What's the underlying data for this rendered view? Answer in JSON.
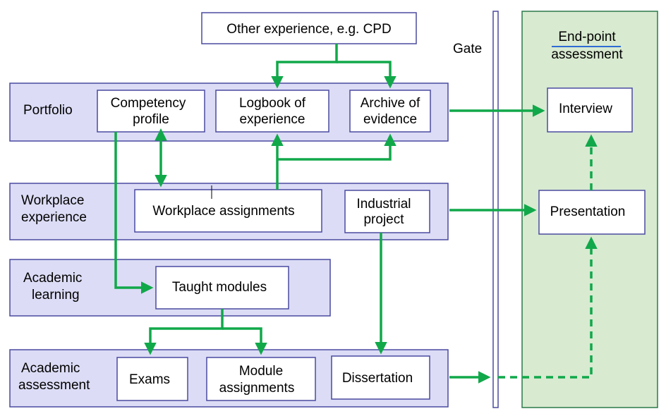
{
  "colors": {
    "lane_fill": "#dcdcf6",
    "lane_border": "#4a4aa0",
    "epa_fill": "#d8ead0",
    "epa_border": "#2a7a4a",
    "arrow": "#11a84a",
    "box_fill": "#ffffff",
    "underline": "#2e6bd6"
  },
  "lanes": {
    "portfolio": "Portfolio",
    "workplace": [
      "Workplace",
      "experience"
    ],
    "academic_learning": [
      "Academic",
      "learning"
    ],
    "academic_assessment": [
      "Academic",
      "assessment"
    ]
  },
  "boxes": {
    "other_experience": "Other experience, e.g. CPD",
    "competency_profile": [
      "Competency",
      "profile"
    ],
    "logbook": [
      "Logbook of",
      "experience"
    ],
    "archive": [
      "Archive of",
      "evidence"
    ],
    "workplace_assignments": "Workplace assignments",
    "industrial_project": [
      "Industrial",
      "project"
    ],
    "taught_modules": "Taught modules",
    "exams": "Exams",
    "module_assignments": [
      "Module",
      "assignments"
    ],
    "dissertation": "Dissertation",
    "interview": "Interview",
    "presentation": "Presentation"
  },
  "gate": {
    "label": "Gate"
  },
  "epa": {
    "title": [
      "End-point",
      "assessment"
    ]
  }
}
